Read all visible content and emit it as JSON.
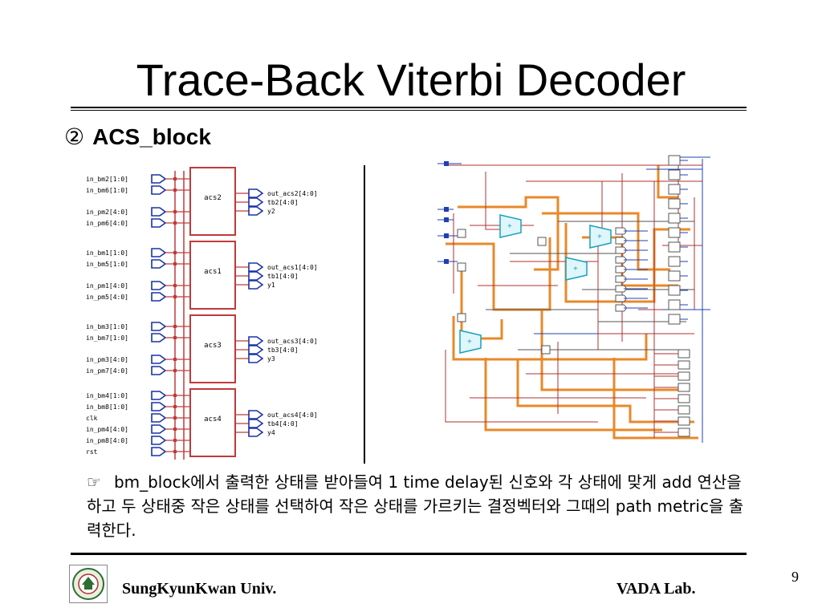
{
  "slide": {
    "title": "Trace-Back Viterbi Decoder",
    "bullet_num": "②",
    "bullet_text": "ACS_block",
    "note_icon": "☞",
    "note_text": "bm_block에서 출력한 상태를 받아들여 1 time delay된 신호와 각 상태에 맞게 add 연산을 하고 두 상태중 작은 상태를 선택하여 작은 상태를 가르키는 결정벡터와 그때의 path metric을 출력한다.",
    "footer_left": "SungKyunKwan Univ.",
    "footer_right": "VADA Lab.",
    "page_number": "9"
  },
  "schematic": {
    "blocks": [
      {
        "name": "acs2",
        "inputs": [
          "in_bm2[1:0]",
          "in_bm6[1:0]",
          "in_pm2[4:0]",
          "in_pm6[4:0]"
        ],
        "outputs": [
          "out_acs2[4:0]",
          "tb2[4:0]",
          "y2"
        ]
      },
      {
        "name": "acs1",
        "inputs": [
          "in_bm1[1:0]",
          "in_bm5[1:0]",
          "in_pm1[4:0]",
          "in_pm5[4:0]"
        ],
        "outputs": [
          "out_acs1[4:0]",
          "tb1[4:0]",
          "y1"
        ]
      },
      {
        "name": "acs3",
        "inputs": [
          "in_bm3[1:0]",
          "in_bm7[1:0]",
          "in_pm3[4:0]",
          "in_pm7[4:0]"
        ],
        "outputs": [
          "out_acs3[4:0]",
          "tb3[4:0]",
          "y3"
        ]
      },
      {
        "name": "acs4",
        "inputs": [
          "in_bm4[1:0]",
          "in_bm8[1:0]",
          "clk",
          "in_pm4[4:0]",
          "in_pm8[4:0]",
          "rst"
        ],
        "outputs": [
          "out_acs4[4:0]",
          "tb4[4:0]",
          "y4"
        ]
      }
    ]
  }
}
